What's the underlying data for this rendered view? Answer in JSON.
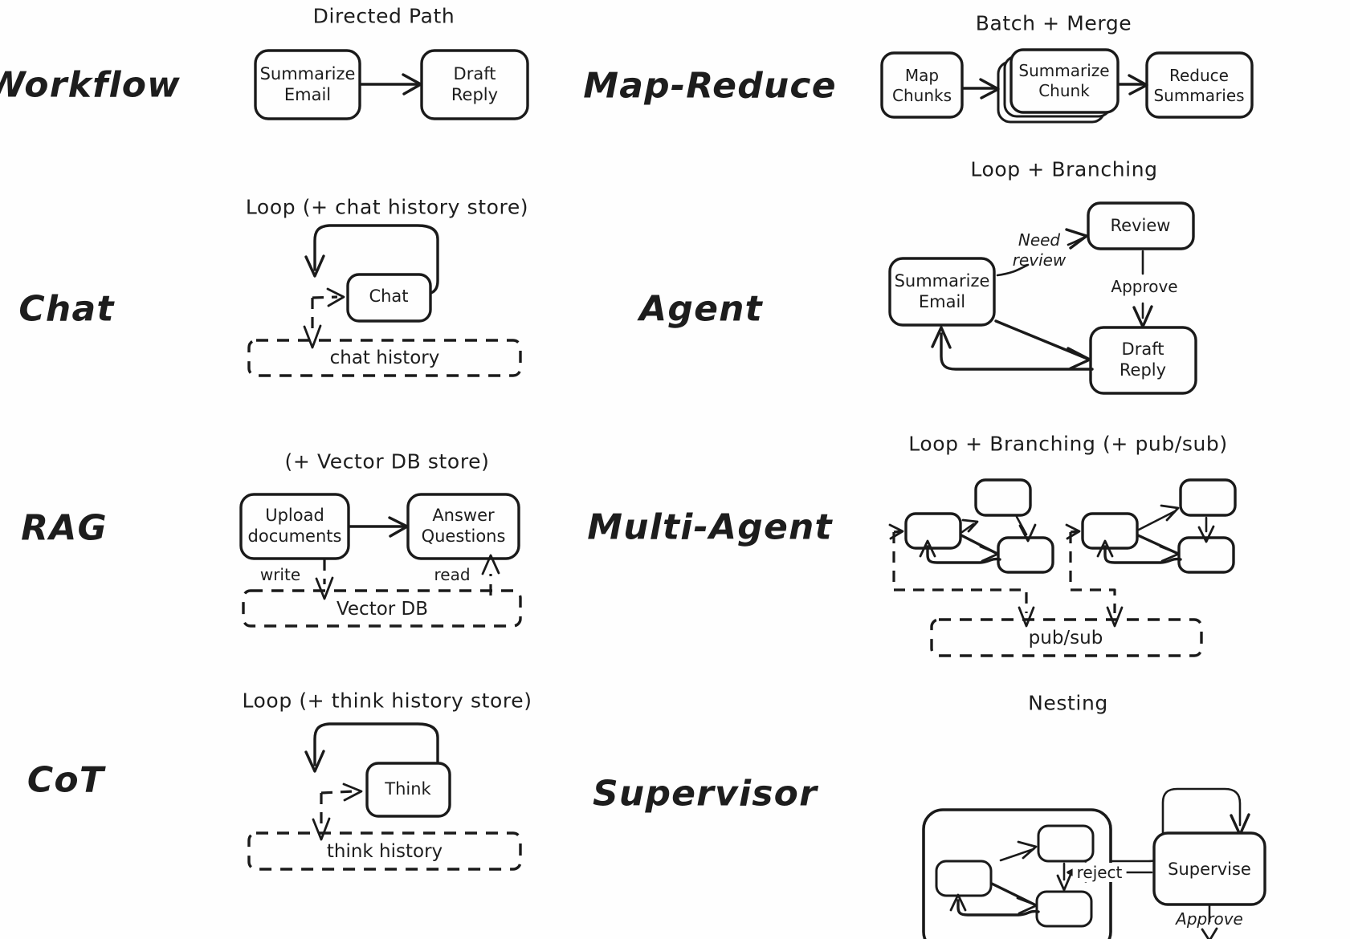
{
  "diagram": {
    "title_style": "hand-drawn whiteboard sketch",
    "background": "#fefefe",
    "ink": "#1a1a1a",
    "rows": [
      {
        "id": "workflow",
        "label": "Workflow",
        "caption": "Directed Path",
        "nodes": [
          "Summarize Email",
          "Draft Reply"
        ],
        "edges": [
          {
            "from": "Summarize Email",
            "to": "Draft Reply",
            "label": "",
            "style": "solid"
          }
        ],
        "stores": []
      },
      {
        "id": "map-reduce",
        "label": "Map-Reduce",
        "caption": "Batch + Merge",
        "nodes": [
          "Map Chunks",
          "Summarize Chunk",
          "Reduce Summaries"
        ],
        "edges": [
          {
            "from": "Map Chunks",
            "to": "Summarize Chunk",
            "label": "",
            "style": "solid"
          },
          {
            "from": "Summarize Chunk",
            "to": "Reduce Summaries",
            "label": "",
            "style": "solid"
          }
        ],
        "stores": [],
        "stacked_node": "Summarize Chunk"
      },
      {
        "id": "chat",
        "label": "Chat",
        "caption": "Loop (+ chat history store)",
        "nodes": [
          "Chat"
        ],
        "edges": [
          {
            "from": "Chat",
            "to": "Chat",
            "label": "",
            "style": "solid-loop"
          },
          {
            "from": "chat history",
            "to": "Chat",
            "label": "",
            "style": "dashed"
          },
          {
            "from": "Chat",
            "to": "chat history",
            "label": "",
            "style": "dashed"
          }
        ],
        "stores": [
          "chat history"
        ]
      },
      {
        "id": "agent",
        "label": "Agent",
        "caption": "Loop + Branching",
        "nodes": [
          "Summarize Email",
          "Review",
          "Draft Reply"
        ],
        "edges": [
          {
            "from": "Summarize Email",
            "to": "Review",
            "label": "Need review",
            "style": "solid"
          },
          {
            "from": "Review",
            "to": "Draft Reply",
            "label": "Approve",
            "style": "solid"
          },
          {
            "from": "Summarize Email",
            "to": "Draft Reply",
            "label": "",
            "style": "solid"
          },
          {
            "from": "Draft Reply",
            "to": "Summarize Email",
            "label": "",
            "style": "solid-loop"
          }
        ],
        "stores": []
      },
      {
        "id": "rag",
        "label": "RAG",
        "caption": "(+ Vector DB store)",
        "nodes": [
          "Upload documents",
          "Answer Questions"
        ],
        "edges": [
          {
            "from": "Upload documents",
            "to": "Answer Questions",
            "label": "",
            "style": "solid"
          },
          {
            "from": "Upload documents",
            "to": "Vector DB",
            "label": "write",
            "style": "dashed"
          },
          {
            "from": "Vector DB",
            "to": "Answer Questions",
            "label": "read",
            "style": "dashed"
          }
        ],
        "stores": [
          "Vector DB"
        ]
      },
      {
        "id": "multi-agent",
        "label": "Multi-Agent",
        "caption": "Loop + Branching (+ pub/sub)",
        "nodes": [],
        "edges": [],
        "stores": [
          "pub/sub"
        ],
        "subgraph_count": 2,
        "nodes_per_subgraph": 3
      },
      {
        "id": "cot",
        "label": "CoT",
        "caption": "Loop (+ think history store)",
        "nodes": [
          "Think"
        ],
        "edges": [
          {
            "from": "Think",
            "to": "Think",
            "label": "",
            "style": "solid-loop"
          },
          {
            "from": "think history",
            "to": "Think",
            "label": "",
            "style": "dashed"
          },
          {
            "from": "Think",
            "to": "think history",
            "label": "",
            "style": "dashed"
          }
        ],
        "stores": [
          "think history"
        ]
      },
      {
        "id": "supervisor",
        "label": "Supervisor",
        "caption": "Nesting",
        "nodes": [
          "Supervise"
        ],
        "edges": [
          {
            "from": "nested-group",
            "to": "Supervise",
            "label": "",
            "style": "solid"
          },
          {
            "from": "Supervise",
            "to": "nested-group",
            "label": "reject",
            "style": "solid"
          },
          {
            "from": "Supervise",
            "to": "",
            "label": "Approve",
            "style": "solid"
          }
        ],
        "stores": [],
        "nested_nodes": 3
      }
    ]
  },
  "row_labels": {
    "workflow": "Workflow",
    "chat": "Chat",
    "rag": "RAG",
    "cot": "CoT",
    "map_reduce": "Map-Reduce",
    "agent": "Agent",
    "multi_agent": "Multi-Agent",
    "supervisor": "Supervisor"
  },
  "captions": {
    "workflow": "Directed Path",
    "map_reduce": "Batch + Merge",
    "chat": "Loop (+ chat history store)",
    "agent": "Loop + Branching",
    "rag": "(+ Vector DB store)",
    "multi_agent": "Loop + Branching (+ pub/sub)",
    "cot": "Loop (+ think history store)",
    "supervisor": "Nesting"
  },
  "nodes": {
    "wf_summarize": "Summarize\nEmail",
    "wf_draft": "Draft\nReply",
    "mr_map": "Map\nChunks",
    "mr_summarize": "Summarize\nChunk",
    "mr_reduce": "Reduce\nSummaries",
    "chat_node": "Chat",
    "ag_summarize": "Summarize\nEmail",
    "ag_review": "Review",
    "ag_draft": "Draft\nReply",
    "rag_upload": "Upload\ndocuments",
    "rag_answer": "Answer\nQuestions",
    "cot_node": "Think",
    "sv_supervise": "Supervise"
  },
  "stores": {
    "chat_history": "chat history",
    "vector_db": "Vector DB",
    "pub_sub": "pub/sub",
    "think_history": "think history"
  },
  "edge_labels": {
    "need_review": "Need\nreview",
    "approve": "Approve",
    "write": "write",
    "read": "read",
    "reject": "reject",
    "sv_approve": "Approve"
  }
}
